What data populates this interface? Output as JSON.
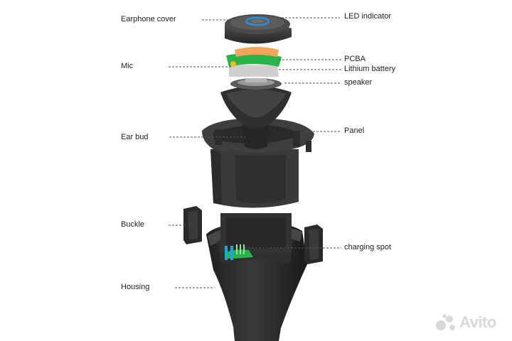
{
  "labels": {
    "earphone_cover": "Earphone cover",
    "mic": "Mic",
    "ear_bud": "Ear bud",
    "buckle": "Buckle",
    "housing": "Housing",
    "led_indicator": "LED indicator",
    "pcba": "PCBA",
    "lithium_battery": "Lithium battery",
    "speaker": "speaker",
    "panel": "Panel",
    "charging_spot": "charging spot"
  },
  "watermark": {
    "text": "Avito"
  },
  "colors": {
    "body_dark": "#2b2b2b",
    "body_mid": "#3d3d3d",
    "led_blue": "#2b8fd6",
    "pcb_green": "#29b34a",
    "battery_orange": "#f2a65a",
    "charging_cyan": "#19a6d8",
    "leader_line": "#555555"
  }
}
